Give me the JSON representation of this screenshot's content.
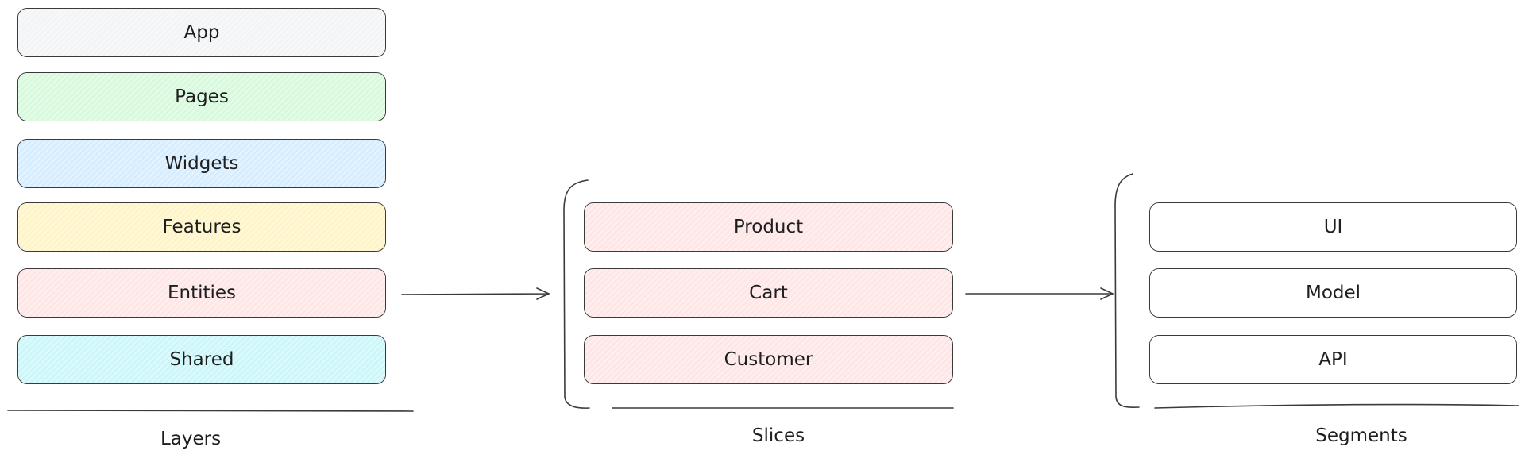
{
  "layers": {
    "title": "Layers",
    "items": [
      {
        "label": "App",
        "color": "#f1f3f5"
      },
      {
        "label": "Pages",
        "color": "#d3f9d8"
      },
      {
        "label": "Widgets",
        "color": "#d0ebff"
      },
      {
        "label": "Features",
        "color": "#fff3bf"
      },
      {
        "label": "Entities",
        "color": "#ffe3e3"
      },
      {
        "label": "Shared",
        "color": "#c5f6fa"
      }
    ]
  },
  "slices": {
    "title": "Slices",
    "items": [
      {
        "label": "Product",
        "color": "#ffe3e3"
      },
      {
        "label": "Cart",
        "color": "#ffe3e3"
      },
      {
        "label": "Customer",
        "color": "#ffe3e3"
      }
    ]
  },
  "segments": {
    "title": "Segments",
    "items": [
      {
        "label": "UI",
        "color": "#ffffff"
      },
      {
        "label": "Model",
        "color": "#ffffff"
      },
      {
        "label": "API",
        "color": "#ffffff"
      }
    ]
  }
}
